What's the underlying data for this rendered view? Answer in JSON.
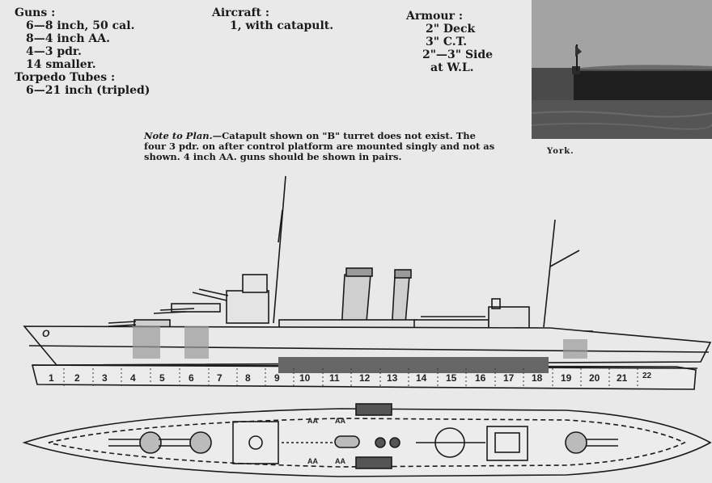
{
  "guns": {
    "heading": "Guns :",
    "items": [
      "6—8 inch, 50 cal.",
      "8—4 inch AA.",
      "4—3 pdr.",
      "14 smaller."
    ],
    "torpedo_heading": "Torpedo Tubes :",
    "torpedo_item": "6—21 inch (tripled)"
  },
  "aircraft": {
    "heading": "Aircraft :",
    "item": "1, with catapult."
  },
  "armour": {
    "heading": "Armour :",
    "items": [
      "2\" Deck",
      "3\" C.T.",
      "2\"—3\" Side",
      "at W.L."
    ]
  },
  "note": {
    "label": "Note to Plan.",
    "text": "—Catapult shown on \"B\" turret does not exist. The four 3 pdr. on after control platform are mounted singly and not as shown. 4 inch AA. guns should be shown in pairs."
  },
  "photo_caption": "York.",
  "profile": {
    "bow_letter": "O",
    "sections": [
      "1",
      "2",
      "3",
      "4",
      "5",
      "6",
      "7",
      "8",
      "9",
      "10",
      "11",
      "12",
      "13",
      "14",
      "15",
      "16",
      "17",
      "18",
      "19",
      "20",
      "21",
      "22"
    ]
  },
  "plan": {
    "aa_label": "AA"
  },
  "colors": {
    "paper": "#e9e9e9",
    "ink": "#1a1a1a",
    "armour_belt": "#666666"
  }
}
